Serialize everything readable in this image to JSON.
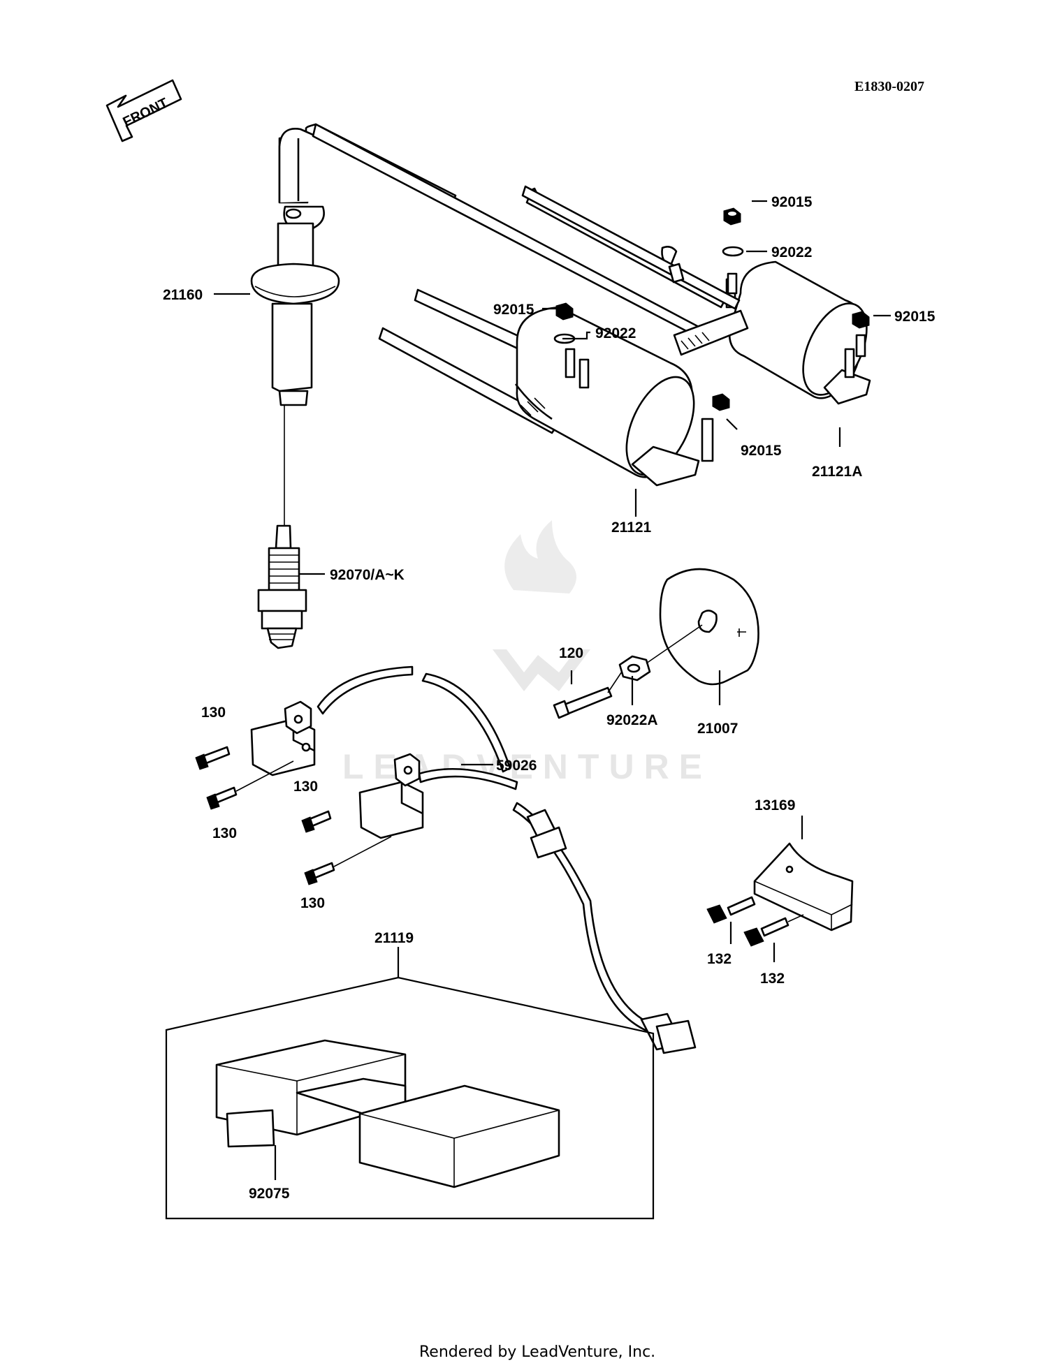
{
  "diagram_code": "E1830-0207",
  "front_marker": "FRONT",
  "watermark": "LEADVENTURE",
  "footer": "Rendered by LeadVenture, Inc.",
  "callouts": {
    "p21160": "21160",
    "p92015_a": "92015",
    "p92022_a": "92022",
    "p92015_b": "92015",
    "p92022_b": "92022",
    "p92015_c": "92015",
    "p92015_d": "92015",
    "p21121A": "21121A",
    "p21121": "21121",
    "p92070": "92070/A~K",
    "p120": "120",
    "p92022A": "92022A",
    "p21007": "21007",
    "p130_a": "130",
    "p130_b": "130",
    "p130_c": "130",
    "p130_d": "130",
    "p59026": "59026",
    "p13169": "13169",
    "p132_a": "132",
    "p132_b": "132",
    "p21119": "21119",
    "p92075": "92075"
  }
}
